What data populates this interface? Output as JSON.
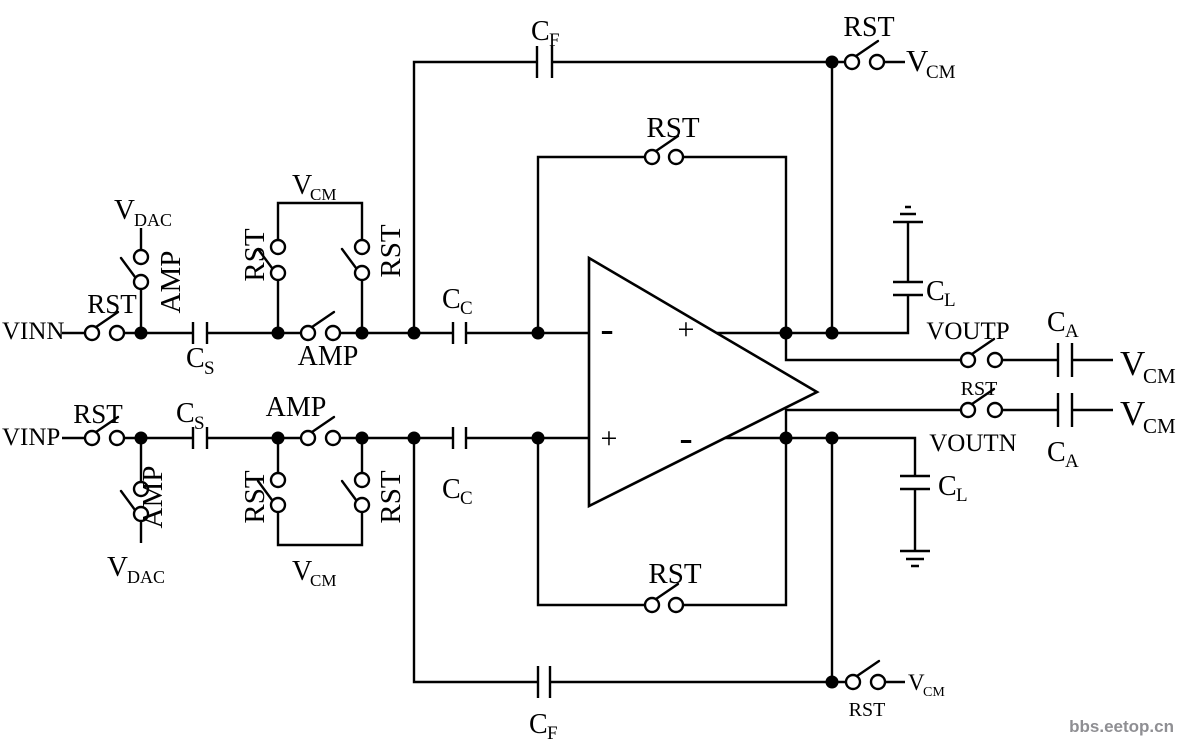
{
  "signals": {
    "vinn": "VINN",
    "vinp": "VINP",
    "voutp": "VOUTP",
    "voutn": "VOUTN"
  },
  "switches": {
    "rst": "RST",
    "amp": "AMP"
  },
  "nets": {
    "vcm": {
      "main": "V",
      "sub": "CM"
    },
    "vdac": {
      "main": "V",
      "sub": "DAC"
    }
  },
  "caps": {
    "cs": {
      "main": "C",
      "sub": "S"
    },
    "cc": {
      "main": "C",
      "sub": "C"
    },
    "cf": {
      "main": "C",
      "sub": "F"
    },
    "cl": {
      "main": "C",
      "sub": "L"
    },
    "ca": {
      "main": "C",
      "sub": "A"
    }
  },
  "opamp": {
    "neg": "-",
    "pos": "+"
  },
  "watermark": "bbs.eetop.cn",
  "colors": {
    "line": "#000000",
    "background": "#ffffff",
    "watermark": "#8f8f93"
  }
}
